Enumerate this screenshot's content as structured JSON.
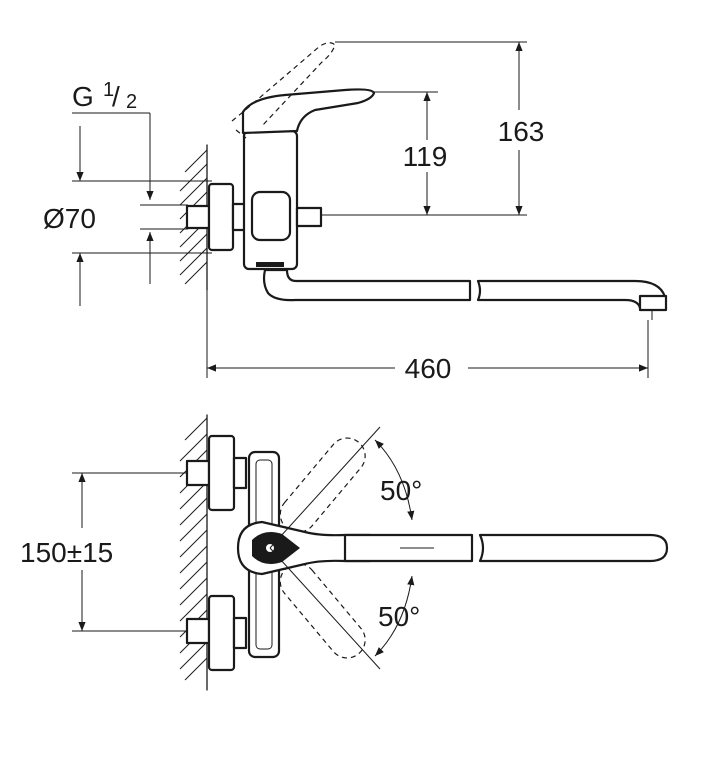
{
  "dimensions": {
    "thread": "G",
    "thread_num": "1",
    "thread_slash": "/",
    "thread_den": "2",
    "diameter": "Ø70",
    "height_lever": "163",
    "height_spout": "119",
    "spout_length": "460",
    "centers": "150±15",
    "angle_top": "50°",
    "angle_bottom": "50°"
  }
}
